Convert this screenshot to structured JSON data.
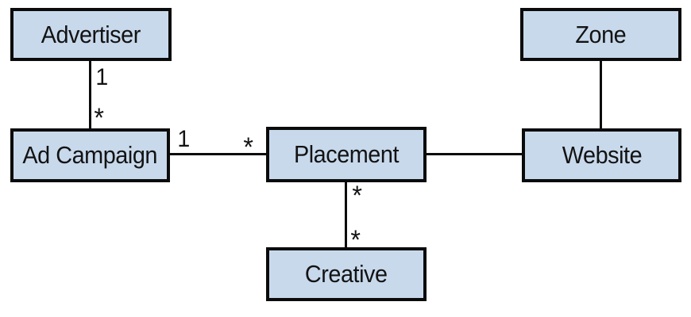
{
  "diagram_type": "entity-relationship",
  "entities": {
    "advertiser": {
      "label": "Advertiser"
    },
    "zone": {
      "label": "Zone"
    },
    "ad_campaign": {
      "label": "Ad Campaign"
    },
    "placement": {
      "label": "Placement"
    },
    "website": {
      "label": "Website"
    },
    "creative": {
      "label": "Creative"
    }
  },
  "relationships": {
    "advertiser_campaign": {
      "from": "Advertiser",
      "to": "Ad Campaign",
      "from_label": "1",
      "to_label": "*"
    },
    "campaign_placement": {
      "from": "Ad Campaign",
      "to": "Placement",
      "from_label": "1",
      "to_label": "*"
    },
    "placement_creative": {
      "from": "Placement",
      "to": "Creative",
      "from_label": "*",
      "to_label": "*"
    },
    "placement_website": {
      "from": "Placement",
      "to": "Website"
    },
    "zone_website": {
      "from": "Zone",
      "to": "Website"
    }
  },
  "colors": {
    "box_fill": "#c8d9ec",
    "box_border": "#0b0b0b",
    "line": "#0b0b0b",
    "background": "#ffffff"
  }
}
